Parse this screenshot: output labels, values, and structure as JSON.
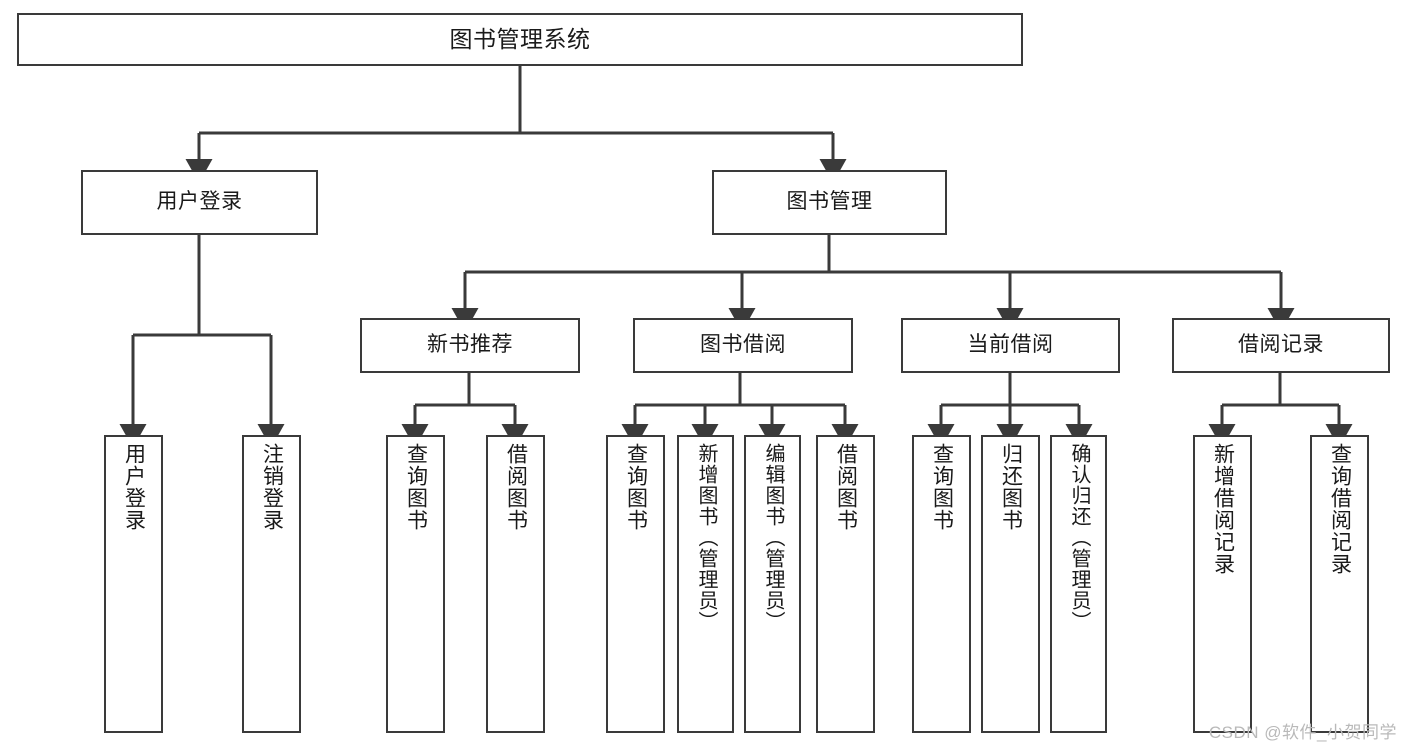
{
  "diagram": {
    "title": "图书管理系统",
    "type": "tree",
    "colors": {
      "box_border": "#3a3a3a",
      "box_fill": "#ffffff",
      "connector": "#3a3a3a",
      "text": "#1a1a1a",
      "watermark": "#b9b9b9",
      "background": "#ffffff"
    },
    "root": {
      "label": "图书管理系统"
    },
    "level1": [
      {
        "label": "用户登录"
      },
      {
        "label": "图书管理"
      }
    ],
    "level2": [
      {
        "label": "新书推荐"
      },
      {
        "label": "图书借阅"
      },
      {
        "label": "当前借阅"
      },
      {
        "label": "借阅记录"
      }
    ],
    "leaves": {
      "user_login": [
        {
          "label": "用户登录"
        },
        {
          "label": "注销登录"
        }
      ],
      "new_book_recommend": [
        {
          "label": "查询图书"
        },
        {
          "label": "借阅图书"
        }
      ],
      "book_borrow": [
        {
          "label": "查询图书"
        },
        {
          "label": "新增图书（管理员）"
        },
        {
          "label": "编辑图书（管理员）"
        },
        {
          "label": "借阅图书"
        }
      ],
      "current_borrow": [
        {
          "label": "查询图书"
        },
        {
          "label": "归还图书"
        },
        {
          "label": "确认归还（管理员）"
        }
      ],
      "borrow_record": [
        {
          "label": "新增借阅记录"
        },
        {
          "label": "查询借阅记录"
        }
      ]
    }
  },
  "watermark": {
    "text": "CSDN @软件_小贺同学"
  }
}
